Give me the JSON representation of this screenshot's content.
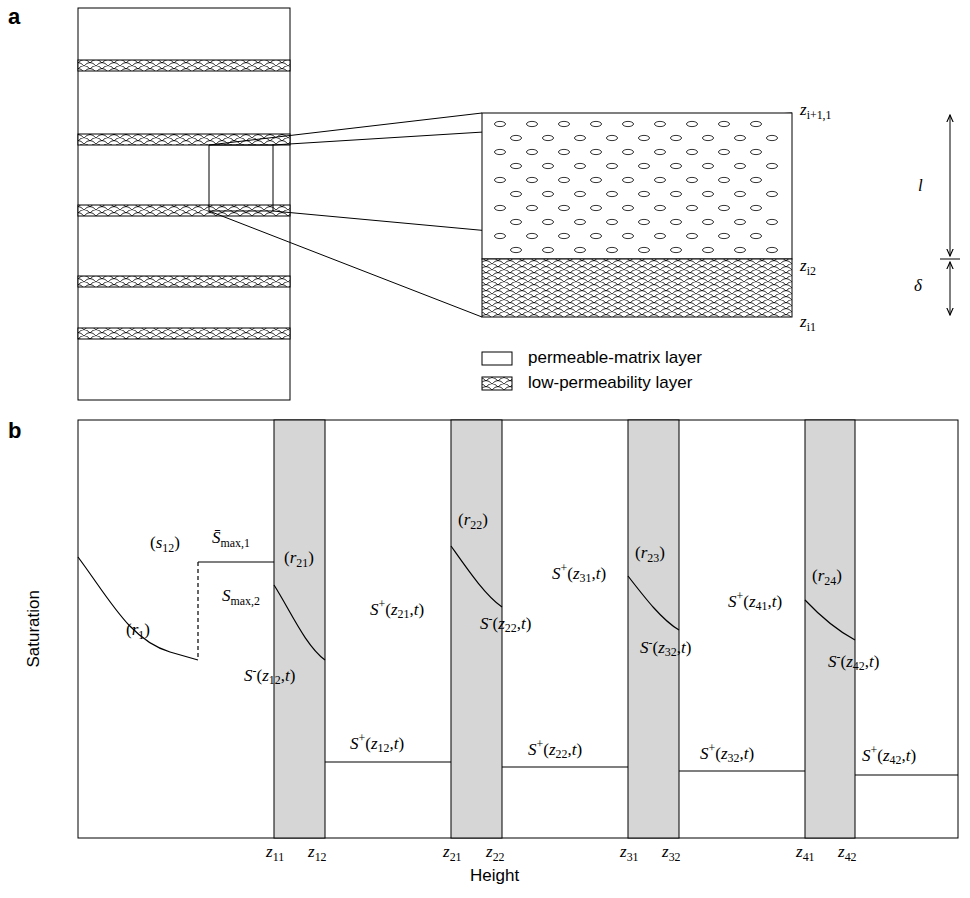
{
  "diagram": {
    "labels": [
      "a",
      "zi+1,1",
      "l",
      "zi2",
      "δ",
      "zi1",
      "b",
      "Saturation",
      "Height",
      "(r1)",
      "(s12)",
      "S̄max,1",
      "Smax,2",
      "(r21)",
      "S-(z12,t)",
      "S+(z21,t)",
      "(r22)",
      "S+(z12,t)",
      "S-(z22,t)",
      "S+(z31,t)",
      "(r23)",
      "S+(z22,t)",
      "S-(z32,t)",
      "S+(z41,t)",
      "(r24)",
      "S+(z32,t)",
      "S-(z42,t)",
      "S+(z42,t)",
      "z11",
      "z12",
      "z21",
      "z22",
      "z31",
      "z32",
      "z41",
      "z42"
    ],
    "legend": [
      {
        "text": "permeable-matrix layer"
      },
      {
        "text": "low-permeability layer"
      }
    ]
  }
}
